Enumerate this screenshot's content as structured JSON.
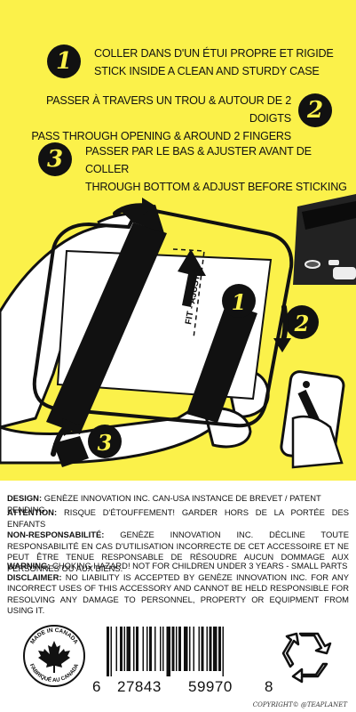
{
  "steps": [
    {
      "num": "1",
      "fr": "COLLER DANS D'UN ÉTUI PROPRE ET RIGIDE",
      "en": "STICK INSIDE A CLEAN AND STURDY CASE"
    },
    {
      "num": "2",
      "fr": "PASSER À TRAVERS UN TROU & AUTOUR DE 2 DOIGTS",
      "en": "PASS THROUGH OPENING & AROUND 2 FINGERS"
    },
    {
      "num": "3",
      "fr": "PASSER PAR LE BAS & AJUSTER AVANT DE COLLER",
      "en": "THROUGH BOTTOM & ADJUST BEFORE STICKING"
    }
  ],
  "illustration": {
    "fit_label": "FIT - AJUSTÉ",
    "callout_1": "1",
    "callout_2": "2",
    "callout_3": "3"
  },
  "fine_print": {
    "design_label": "DESIGN:",
    "design_text": "GENÈZE INNOVATION INC. CAN-USA INSTANCE DE BREVET / PATENT PENDING",
    "attention_label": "ATTENTION:",
    "attention_text": "RISQUE D'ÉTOUFFEMENT! GARDER HORS DE LA PORTÉE DES ENFANTS",
    "nonresp_label": "NON-RESPONSABILITÉ:",
    "nonresp_text": "GENÈZE INNOVATION INC. DÉCLINE TOUTE RESPONSABILITÉ EN CAS D'UTILISATION INCORRECTE DE CET ACCESSOIRE ET NE PEUT ÊTRE TENUE RESPONSABLE DE RÉSOUDRE AUCUN DOMMAGE AUX PERSONNES OU AUX BIENS.",
    "warning_label": "WARNING:",
    "warning_text": "CHOKING HAZARD! NOT FOR CHILDREN UNDER 3 YEARS - SMALL PARTS",
    "disclaimer_label": "DISCLAIMER:",
    "disclaimer_text": "NO LIABILITY IS ACCEPTED BY GENÈZE INNOVATION INC. FOR ANY INCORRECT USES OF THIS ACCESSORY AND CANNOT BE HELD RESPONSIBLE FOR RESOLVING ANY DAMAGE TO PERSONNEL, PROPERTY OR EQUIPMENT FROM USING IT."
  },
  "seal": {
    "top": "MADE IN CANADA",
    "bottom": "FABRIQUÉ AU CANADA"
  },
  "barcode": {
    "lead": "6",
    "left": "27843",
    "right": "59970",
    "check": "8"
  },
  "copyright": "COPYRIGHT© @TEAPLANET",
  "icons": [
    "maple-leaf-icon",
    "recycle-icon",
    "barcode"
  ],
  "colors": {
    "yellow": "#fbf14a",
    "ink": "#111111"
  }
}
